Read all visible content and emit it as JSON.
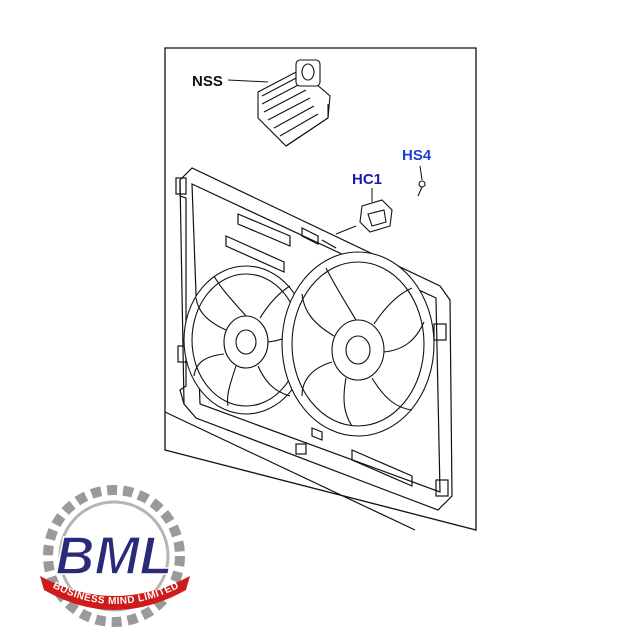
{
  "diagram": {
    "labels": {
      "nss": "NSS",
      "hc1": "HC1",
      "hs4": "HS4"
    },
    "colors": {
      "line": "#111111",
      "hc1_label": "#1a1aa8",
      "hs4_label": "#1f3fd0"
    }
  },
  "logo": {
    "name": "BML",
    "tagline": "BUSINESS MIND LIMITED",
    "colors": {
      "letters": "#2a2a7a",
      "banner": "#d11a1a",
      "gear": "#9a9a9a"
    }
  }
}
